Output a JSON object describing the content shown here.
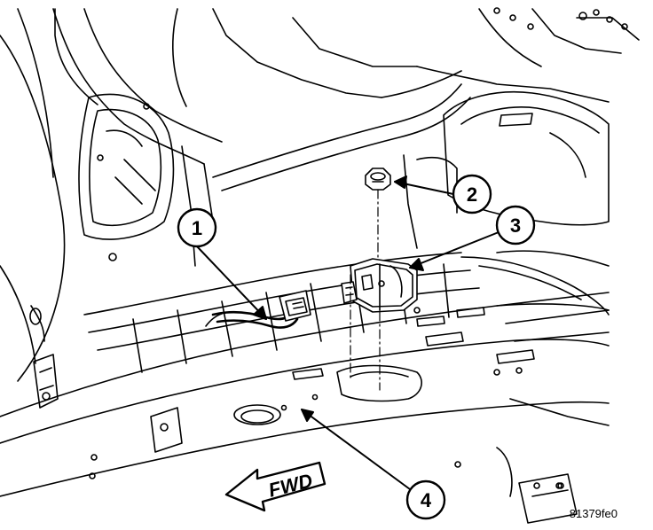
{
  "callouts": [
    {
      "number": "1"
    },
    {
      "number": "2"
    },
    {
      "number": "3"
    },
    {
      "number": "4"
    }
  ],
  "direction_label": "FWD",
  "figure_ref": "81379fe0",
  "colors": {
    "ink": "#000000",
    "paper": "#ffffff"
  }
}
